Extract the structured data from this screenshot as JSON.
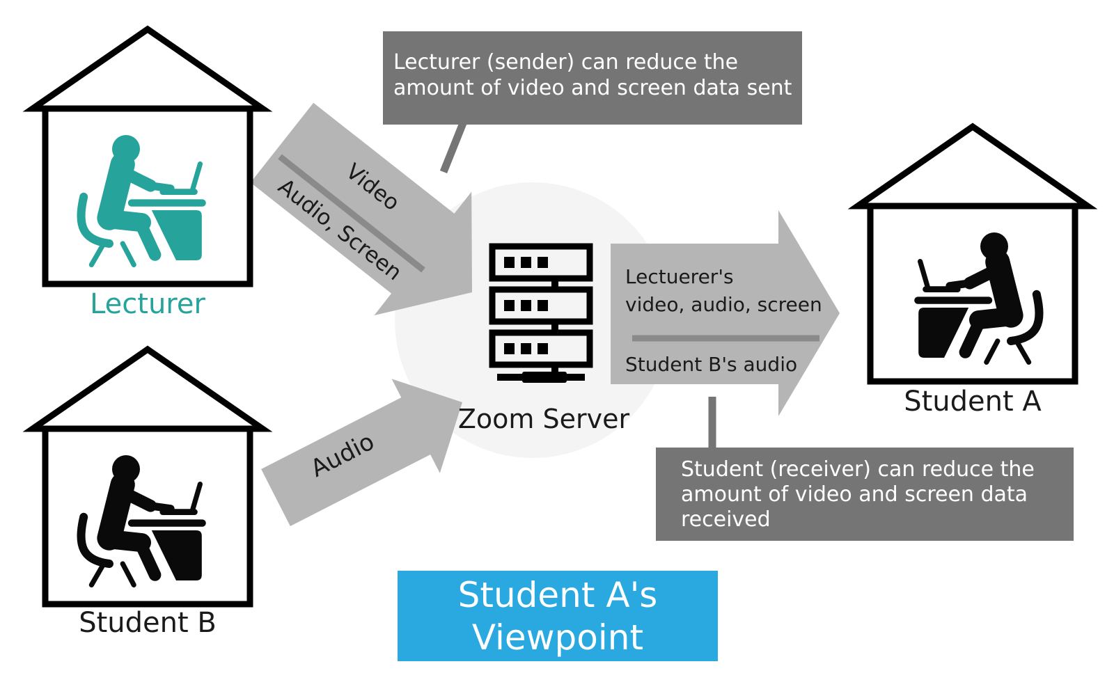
{
  "nodes": {
    "lecturer": {
      "label": "Lecturer"
    },
    "student_b": {
      "label": "Student B"
    },
    "student_a": {
      "label": "Student A"
    },
    "zoom_server": {
      "label": "Zoom Server"
    }
  },
  "arrows": {
    "lecturer_to_server": {
      "top_label": "Video",
      "bottom_label": "Audio, Screen"
    },
    "student_b_to_server": {
      "label": "Audio"
    },
    "server_to_student_a": {
      "line1": "Lectuerer's",
      "line2": "video, audio, screen",
      "line3": "Student B's audio"
    }
  },
  "callouts": {
    "sender": {
      "lines": [
        "Lecturer (sender) can reduce the",
        "amount of video and screen data sent"
      ]
    },
    "receiver": {
      "lines": [
        "Student (receiver) can reduce the",
        "amount of video and screen data",
        "received"
      ]
    }
  },
  "viewpoint": {
    "lines": [
      "Student A's",
      "Viewpoint"
    ]
  },
  "colors": {
    "lecturer_teal": "#26A39B",
    "viewpoint_blue": "#29A9E0",
    "callout_gray": "#757575",
    "arrow_gray": "#b5b5b5",
    "arrow_divider_gray": "#8a8a8a",
    "halo_gray": "#f4f4f4",
    "icon_black": "#0a0a0a"
  }
}
